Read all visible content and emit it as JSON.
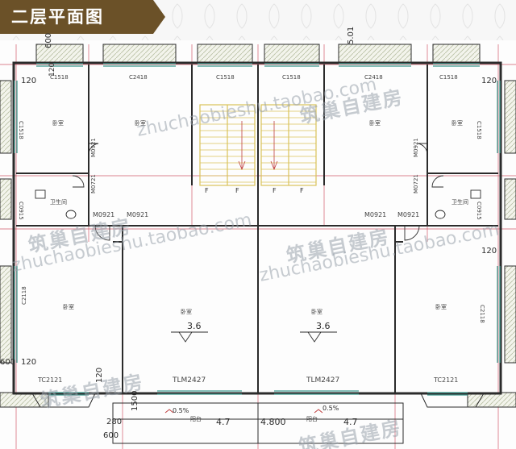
{
  "title": "二层平面图",
  "colors": {
    "banner": "#6b5128",
    "wall": "#2b2b2b",
    "stair": "#d9c25a",
    "window": "#3d9a8e",
    "axis": "#d05a6a",
    "hatch": "#b8bfa3"
  },
  "labels": {
    "dim_600_top": "600",
    "dim_120_top": "120",
    "dim_c1518_l": "C1518",
    "dim_c2418_l": "C2418",
    "dim_c1518_sl": "C1518",
    "dim_c1518_sr": "C1518",
    "dim_c2418_r": "C2418",
    "dim_c1518_r": "C1518",
    "dim_5_01": "5.01",
    "dim_120_l1": "120",
    "dim_120_r1": "120",
    "room_bed_l": "卧室",
    "room_bed_l2": "卧室",
    "room_bed_r": "卧室",
    "room_bed_r2": "卧室",
    "c1518_vl": "C1518",
    "c1518_vr": "C1518",
    "m0921_vl": "M0921",
    "m0921_vr": "M0921",
    "m0721_l": "M0721",
    "m0721_r": "M0721",
    "m0921_h1": "M0921",
    "m0921_h2": "M0921",
    "m0921_h3": "M0921",
    "m0921_h4": "M0921",
    "c0915_l": "C0915",
    "c0915_r": "C0915",
    "bath_l": "卫生间",
    "bath_r": "卫生间",
    "room_big_l": "卧室",
    "room_big_r": "卧室",
    "room_side_l": "卧室",
    "room_side_r": "卧室",
    "elev_l": "3.6",
    "elev_r": "3.6",
    "c2118_l": "C2118",
    "c2118_r": "C2118",
    "tc2121_l": "TC2121",
    "tc2121_r": "TC2121",
    "tlm_l": "TLM2427",
    "tlm_r": "TLM2427",
    "dim_600_left": "600",
    "dim_120_left": "120",
    "dim_120_rb": "120",
    "slope_l": "0.5%",
    "slope_r": "0.5%",
    "balcony_l": "阳台",
    "balcony_r": "阳台",
    "dim_47_l": "4.7",
    "dim_47_r": "4.7",
    "dim_4800": "4.800",
    "dim_1500": "1500",
    "dim_280": "280",
    "dim_600_bot": "600",
    "dim_120_bot": "120",
    "stair_f1": "F",
    "stair_f2": "F",
    "stair_f3": "F",
    "stair_f4": "F"
  },
  "watermarks": {
    "cn1": "筑巢自建房",
    "url1": "zhuchaobieshu.taobao.com",
    "cn2": "筑巢自建房",
    "url2": "zhuchaobieshu.taobao.com",
    "cn3": "筑巢自建房",
    "url3": "zhuchaobieshu.taobao.com",
    "cn4": "筑巢自建房",
    "cn5": "筑巢自建房"
  }
}
